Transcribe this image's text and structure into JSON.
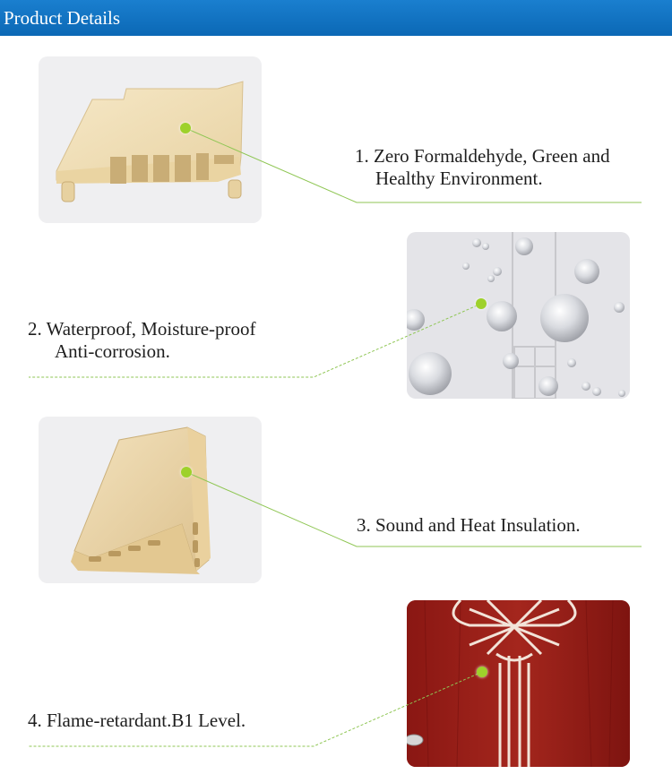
{
  "header": {
    "title": "Product Details"
  },
  "features": [
    {
      "line1": "1. Zero Formaldehyde, Green and",
      "line2": "Healthy Environment."
    },
    {
      "line1": "2. Waterproof, Moisture-proof",
      "line2": "Anti-corrosion."
    },
    {
      "line1": "3. Sound and Heat Insulation.",
      "line2": ""
    },
    {
      "line1": "4. Flame-retardant.B1 Level.",
      "line2": ""
    }
  ],
  "colors": {
    "header_bg": "#0b68b5",
    "accent_dot": "#9ed12b",
    "leader_line": "#8fc654",
    "door_red": "#9b1f1a",
    "wpc_cream": "#f1dfb8"
  }
}
